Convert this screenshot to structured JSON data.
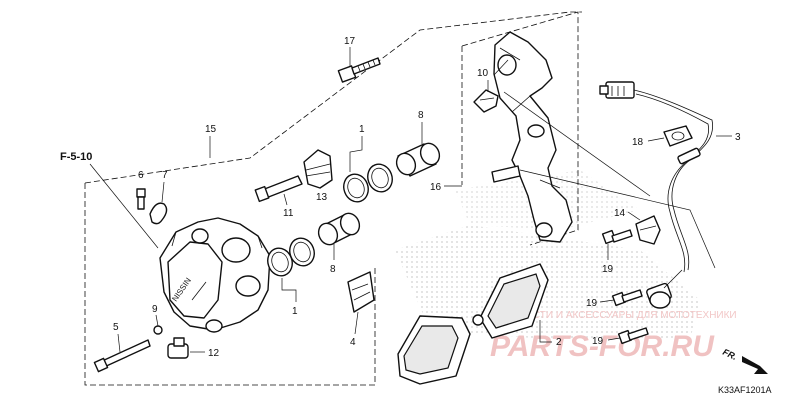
{
  "reference": "F-5-10",
  "diagram_code": "K33AF1201A",
  "direction_label": "FR.",
  "caliper_brand": "NISSIN",
  "watermark": {
    "line1": "ЗАПЧАСТИ И АКСЕССУАРЫ ДЛЯ МОТОТЕХНИКИ",
    "line2": "PARTS-FOR.RU"
  },
  "callouts": {
    "c1a": "1",
    "c1b": "1",
    "c2": "2",
    "c3": "3",
    "c4": "4",
    "c5": "5",
    "c6": "6",
    "c7": "7",
    "c8a": "8",
    "c8b": "8",
    "c9": "9",
    "c10": "10",
    "c11": "11",
    "c12": "12",
    "c13": "13",
    "c14": "14",
    "c15": "15",
    "c16": "16",
    "c17": "17",
    "c18": "18",
    "c19a": "19",
    "c19b": "19",
    "c19c": "19"
  },
  "colors": {
    "line": "#111111",
    "watermark": "#f0c2c2"
  }
}
